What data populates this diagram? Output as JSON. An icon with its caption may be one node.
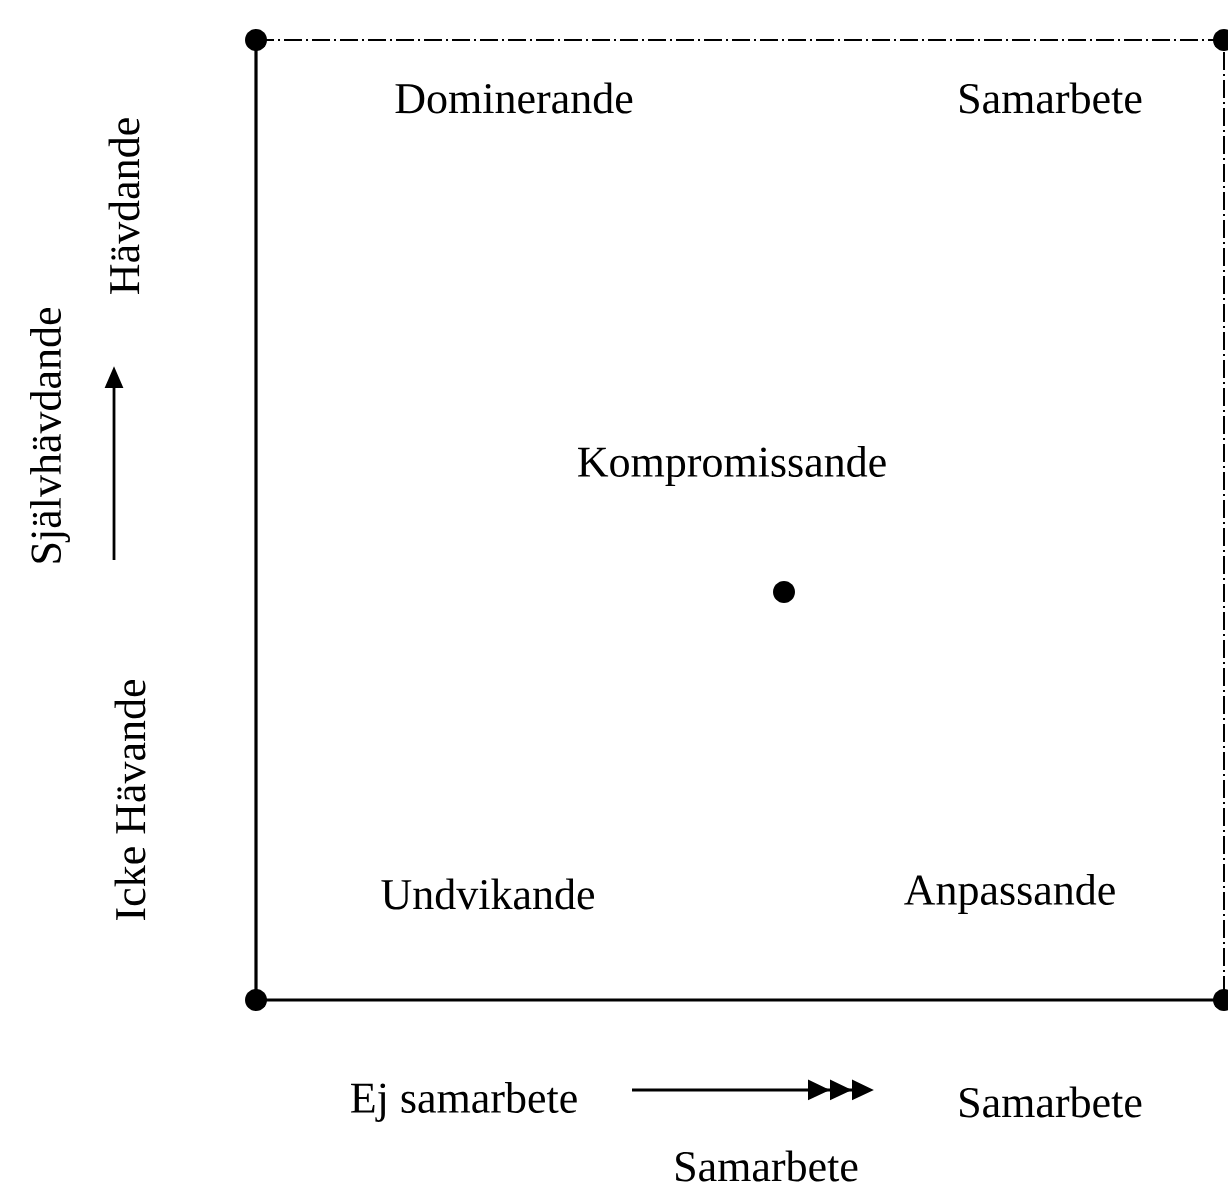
{
  "diagram": {
    "labels": [
      "Dominerande",
      "Samarbete",
      "Hävdande",
      "Självhävdande",
      "Kompromissande",
      "Icke Hävande",
      "Undvikande",
      "Anpassande",
      "Ej samarbete",
      "Samarbete",
      "Samarbete"
    ]
  }
}
